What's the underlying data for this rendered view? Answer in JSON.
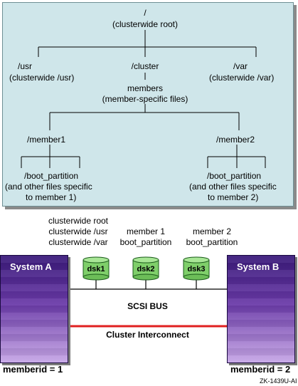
{
  "tree": {
    "root": {
      "path": "/",
      "desc": "(clusterwide root)"
    },
    "usr": {
      "path": "/usr",
      "desc": "(clusterwide /usr)"
    },
    "cluster": {
      "path": "/cluster"
    },
    "var": {
      "path": "/var",
      "desc": "(clusterwide /var)"
    },
    "members": {
      "path": "members",
      "desc": "(member-specific files)"
    },
    "member1": {
      "path": "/member1"
    },
    "member2": {
      "path": "/member2"
    },
    "boot1": {
      "line1": "/boot_partition",
      "line2": "(and other files specific",
      "line3": "to member 1)"
    },
    "boot2": {
      "line1": "/boot_partition",
      "line2": "(and other files specific",
      "line3": "to member 2)"
    }
  },
  "disks": {
    "dsk1": {
      "name": "dsk1",
      "caption": [
        "clusterwide root",
        "clusterwide /usr",
        "clusterwide /var"
      ]
    },
    "dsk2": {
      "name": "dsk2",
      "caption": [
        "member 1",
        "boot_partition"
      ]
    },
    "dsk3": {
      "name": "dsk3",
      "caption": [
        "member 2",
        "boot_partition"
      ]
    }
  },
  "systems": {
    "a": {
      "name": "System A",
      "memberid": "memberid = 1"
    },
    "b": {
      "name": "System B",
      "memberid": "memberid = 2"
    }
  },
  "bus": {
    "scsi": "SCSI BUS",
    "interconnect": "Cluster Interconnect"
  },
  "figure_id": "ZK-1439U-AI",
  "colors": {
    "tree_bg": "#cfe6ea",
    "disk": "#7fcf6a",
    "interconnect": "#e02020",
    "system": "#5a2a98"
  }
}
